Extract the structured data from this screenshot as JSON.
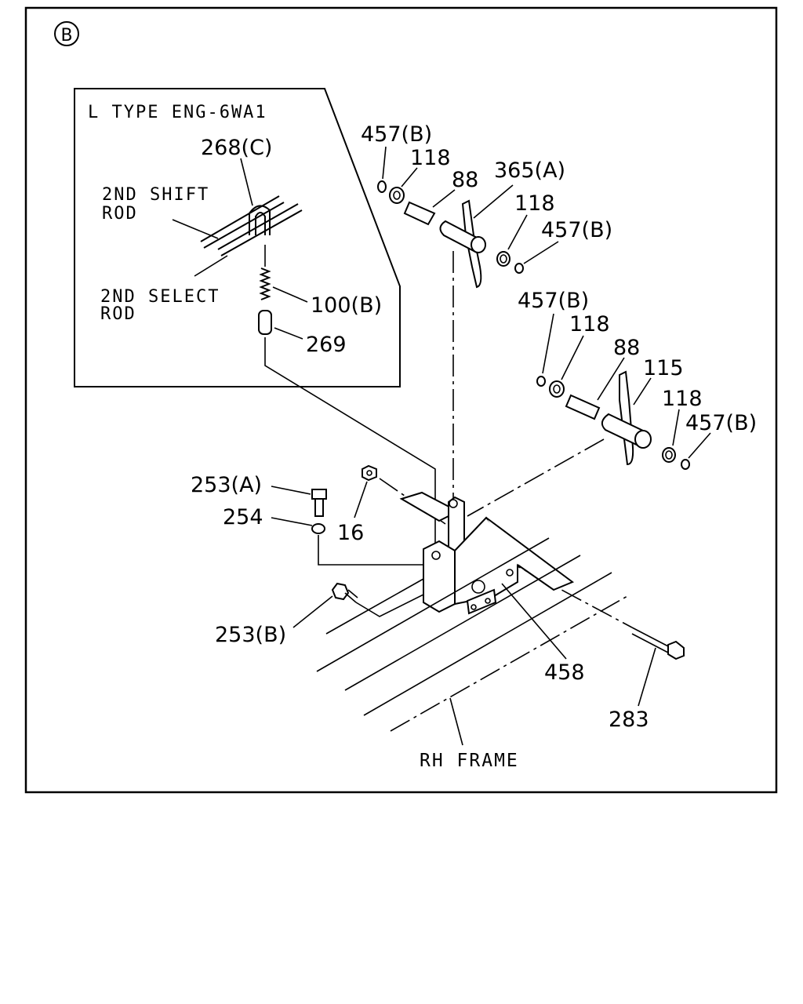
{
  "view_marker": "B",
  "inset": {
    "title": "L TYPE ENG-6WA1",
    "shift_rod_line1": "2ND SHIFT",
    "shift_rod_line2": "ROD",
    "select_rod_line1": "2ND SELECT",
    "select_rod_line2": "ROD"
  },
  "callouts": {
    "c268c": "268(C)",
    "c100b": "100(B)",
    "c269": "269",
    "c457b_1": "457(B)",
    "c118_1": "118",
    "c88_1": "88",
    "c365a": "365(A)",
    "c118_2": "118",
    "c457b_2": "457(B)",
    "c457b_3": "457(B)",
    "c118_3": "118",
    "c88_2": "88",
    "c115": "115",
    "c118_4": "118",
    "c457b_4": "457(B)",
    "c253a": "253(A)",
    "c254": "254",
    "c16": "16",
    "c253b": "253(B)",
    "c458": "458",
    "c283": "283",
    "frame": "RH FRAME"
  }
}
